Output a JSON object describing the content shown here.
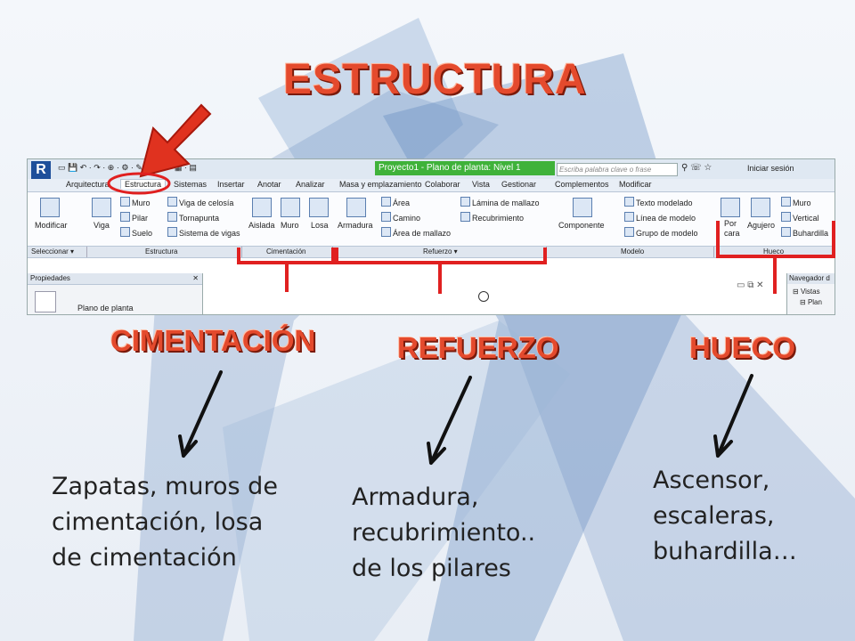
{
  "title": "ESTRUCTURA",
  "labels": {
    "cimentacion": "CIMENTACIÓN",
    "refuerzo": "REFUERZO",
    "hueco": "HUECO"
  },
  "descriptions": {
    "cimentacion": [
      "Zapatas, muros de",
      "cimentación, losa",
      "de cimentación"
    ],
    "refuerzo": [
      "Armadura,",
      "recubrimiento..",
      "de los pilares"
    ],
    "hueco": [
      "Ascensor,",
      "escaleras,",
      "buhardilla…"
    ]
  },
  "colors": {
    "accent": "#e44a2d",
    "callout": "#e02020",
    "arrow": "#111111",
    "doc_title_bg": "#3fb23a"
  },
  "screenshot": {
    "app_logo": "R",
    "doc_title": "Proyecto1 - Plano de planta: Nivel 1",
    "search_placeholder": "Escriba palabra clave o frase",
    "signin": "Iniciar sesión",
    "tabs": [
      "Arquitectura",
      "Estructura",
      "Sistemas",
      "Insertar",
      "Anotar",
      "Analizar",
      "Masa y emplazamiento",
      "Colaborar",
      "Vista",
      "Gestionar",
      "Complementos",
      "Modificar"
    ],
    "ribbon": {
      "modificar": "Modificar",
      "viga": "Viga",
      "muro": "Muro",
      "pilar": "Pilar",
      "suelo": "Suelo",
      "viga_celosia": "Viga de celosía",
      "tornapunta": "Tornapunta",
      "sistema_vigas": "Sistema de vigas",
      "aislada": "Aislada",
      "muro_c": "Muro",
      "losa": "Losa",
      "armadura": "Armadura",
      "area": "Área",
      "camino": "Camino",
      "area_mallazo": "Área de mallazo",
      "lamina_mallazo": "Lámina de mallazo",
      "recubrimiento": "Recubrimiento",
      "componente": "Componente",
      "texto_modelado": "Texto modelado",
      "linea_modelo": "Línea de modelo",
      "grupo_modelo": "Grupo de modelo",
      "por_cara_1": "Por",
      "por_cara_2": "cara",
      "agujero": "Agujero",
      "muro_h": "Muro",
      "vertical": "Vertical",
      "buhardilla": "Buhardilla"
    },
    "panels": [
      "Seleccionar ▾",
      "Estructura",
      "Cimentación",
      "Refuerzo ▾",
      "Modelo",
      "Hueco"
    ],
    "properties_title": "Propiedades",
    "properties_close": "✕",
    "properties_item": "Plano de planta",
    "navigator_title": "Navegador d",
    "navigator_items": [
      "Vistas",
      "Plan"
    ]
  }
}
